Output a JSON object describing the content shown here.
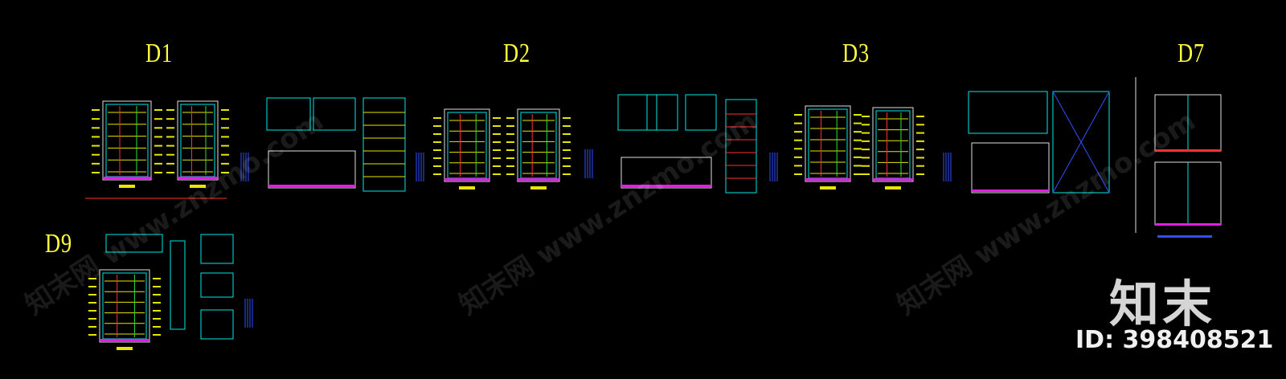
{
  "drawing_labels": {
    "d1": "D1",
    "d2": "D2",
    "d3": "D3",
    "d7": "D7",
    "d9": "D9"
  },
  "watermark": {
    "logo_text": "知末",
    "id_text": "ID: 398408521",
    "diagonal_text": "知末网 www.znzmo.com"
  },
  "colors": {
    "background": "#000000",
    "label": "#ffff3c",
    "yellow": "#e6e600",
    "cyan": "#00e6e6",
    "red": "#ff3030",
    "magenta": "#e020e0",
    "blue": "#3050ff",
    "white": "#e0e0e0",
    "green": "#30e030"
  }
}
